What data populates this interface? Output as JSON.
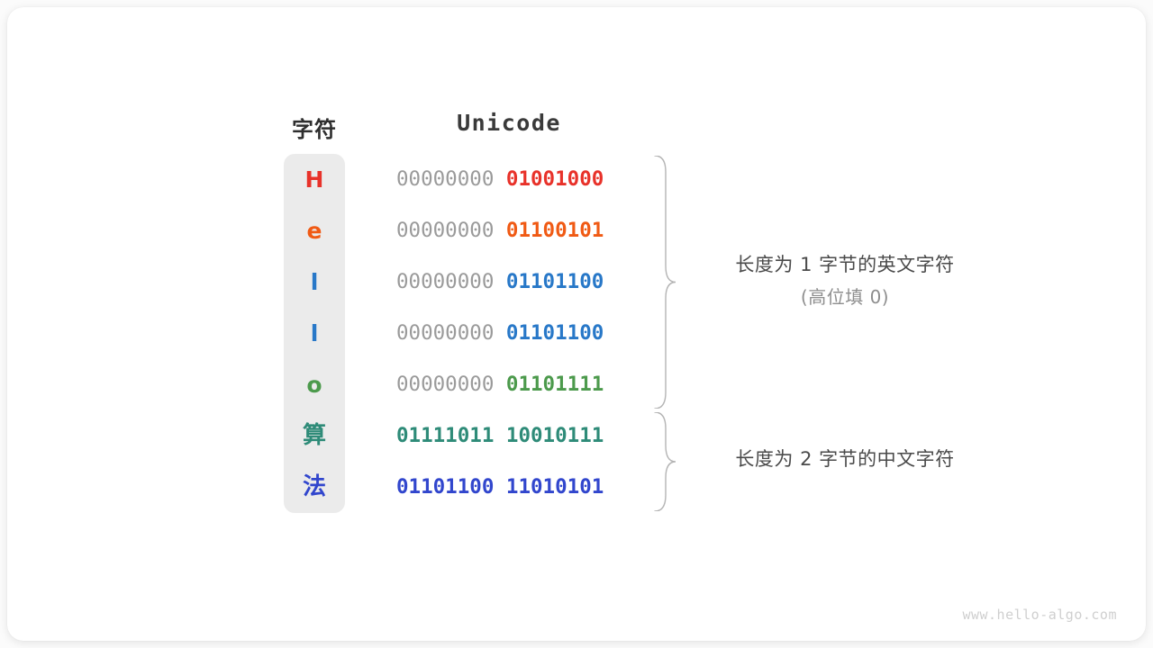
{
  "card": {
    "background": "#ffffff",
    "page_background": "#fbfbfb"
  },
  "headers": {
    "char": "字符",
    "unicode": "Unicode"
  },
  "colors": {
    "red": "#e8322a",
    "orange": "#f05a14",
    "blue": "#2878c8",
    "green": "#4c9a4c",
    "teal": "#2e8b78",
    "royal": "#3146cd",
    "pad_gray": "#9a9a9a",
    "column_bg": "#ebebeb",
    "brace_gray": "#b4b4b4",
    "anno_text": "#4a4a4a",
    "anno_sub": "#8e8e8e",
    "watermark": "#cfcfcf"
  },
  "rows": [
    {
      "char": "H",
      "color": "#e8322a",
      "high": "00000000",
      "low": "01001000",
      "high_padded": true,
      "cjk": false
    },
    {
      "char": "e",
      "color": "#f05a14",
      "high": "00000000",
      "low": "01100101",
      "high_padded": true,
      "cjk": false
    },
    {
      "char": "l",
      "color": "#2878c8",
      "high": "00000000",
      "low": "01101100",
      "high_padded": true,
      "cjk": false
    },
    {
      "char": "l",
      "color": "#2878c8",
      "high": "00000000",
      "low": "01101100",
      "high_padded": true,
      "cjk": false
    },
    {
      "char": "o",
      "color": "#4c9a4c",
      "high": "00000000",
      "low": "01101111",
      "high_padded": true,
      "cjk": false
    },
    {
      "char": "算",
      "color": "#2e8b78",
      "high": "01111011",
      "low": "10010111",
      "high_padded": false,
      "cjk": true
    },
    {
      "char": "法",
      "color": "#3146cd",
      "high": "01101100",
      "low": "11010101",
      "high_padded": false,
      "cjk": true
    }
  ],
  "annotations": [
    {
      "id": "anno1",
      "main": "长度为 1 字节的英文字符",
      "sub": "(高位填 0)",
      "brace_rows": [
        0,
        4
      ]
    },
    {
      "id": "anno2",
      "main": "长度为 2 字节的中文字符",
      "sub": "",
      "brace_rows": [
        5,
        6
      ]
    }
  ],
  "watermark": "www.hello-algo.com"
}
